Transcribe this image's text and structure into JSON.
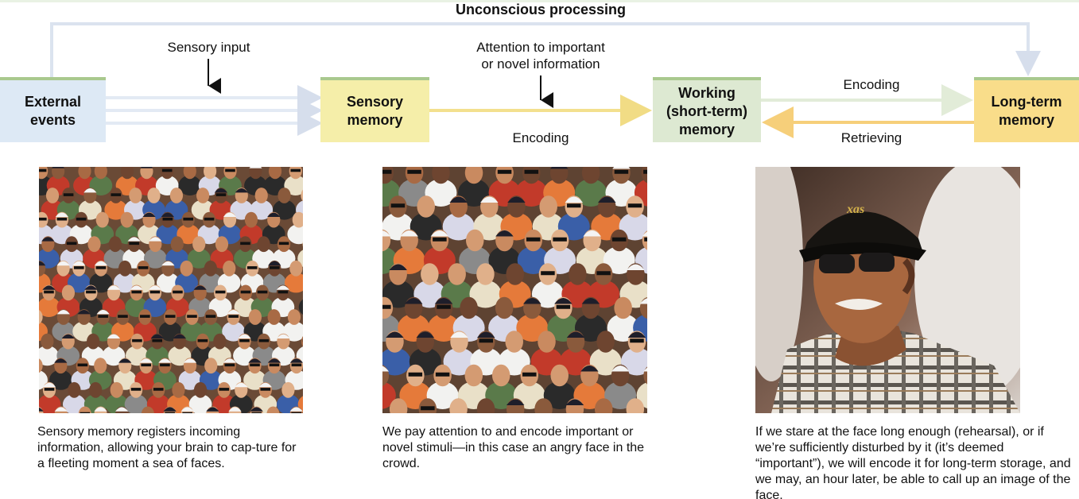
{
  "title": "Unconscious processing",
  "boxes": {
    "external": "External\nevents",
    "sensory": "Sensory\nmemory",
    "working": "Working\n(short-term)\nmemory",
    "longterm": "Long-term\nmemory"
  },
  "labels": {
    "sensory_input": "Sensory input",
    "attention": "Attention to important\nor novel information",
    "encoding_1": "Encoding",
    "encoding_2": "Encoding",
    "retrieving": "Retrieving"
  },
  "captions": [
    "Sensory memory registers incoming information, allowing your brain to cap-ture for a fleeting moment a sea of faces.",
    "We pay attention to and encode important or novel stimuli—in this case an angry face in the crowd.",
    "If we stare at the face long enough (rehearsal), or if we’re sufficiently disturbed by it (it’s deemed “important”), we will encode it for long-term storage, and we may, an hour later, be able to call up an image of the face."
  ],
  "colors": {
    "external": "#dde9f5",
    "sensory": "#f5eea9",
    "working": "#dde9d2",
    "longterm": "#f9dd8a",
    "box_top_border": "#a9c98e",
    "unconscious_line": "#dbe3ef",
    "encoding_arrow": "#f3e08e",
    "retrieving_arrow": "#f6cf7a"
  },
  "photos": {
    "crowd_1": "crowd-photo",
    "crowd_2": "crowd-photo-focus",
    "face": "angry-face-photo"
  }
}
